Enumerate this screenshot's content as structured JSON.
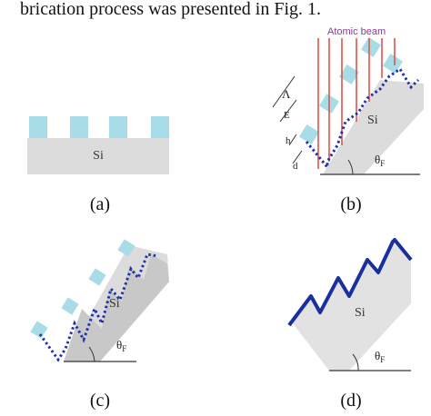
{
  "header_text": "brication process was presented in Fig. 1.",
  "colors": {
    "substrate": "#dcdcdc",
    "cap": "#a8dde8",
    "beam": "#e0554a",
    "dotted_profile": "#2233aa",
    "solid_profile": "#1a2f9e",
    "beam_label": "#8a3a9a"
  },
  "panels": {
    "a": {
      "caption": "(a)",
      "substrate_label": "Si"
    },
    "b": {
      "caption": "(b)",
      "substrate_label": "Si",
      "beam_label": "Atomic beam",
      "period_symbol": "Λ",
      "gap_symbol": "E",
      "h_symbol": "h",
      "d_symbol": "d",
      "angle_symbol": "θ",
      "angle_subscript": "F"
    },
    "c": {
      "caption": "(c)",
      "substrate_label": "Si",
      "angle_symbol": "θ",
      "angle_subscript": "F"
    },
    "d": {
      "caption": "(d)",
      "substrate_label": "Si",
      "angle_symbol": "θ",
      "angle_subscript": "F"
    }
  }
}
